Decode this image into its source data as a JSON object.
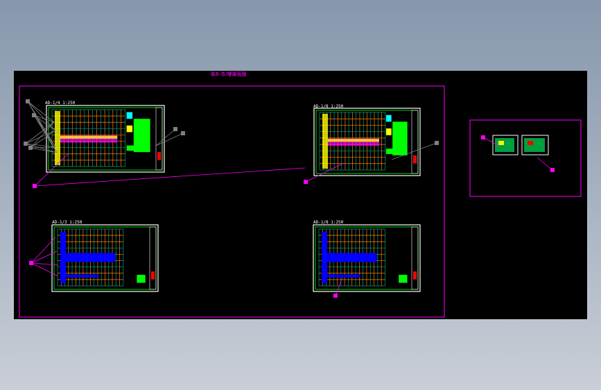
{
  "drawing": {
    "title": "裝B-本/樓層面圖",
    "sheets": [
      {
        "label": "AD-1/4 1:250"
      },
      {
        "label": "AD-1/8 1:250"
      },
      {
        "label": "AD-1/3 1:250"
      },
      {
        "label": "AD-1/8 1:250"
      }
    ]
  },
  "colors": {
    "canvas": "#000000",
    "frame": "#ff00ff",
    "sheet_border": "#ffffff",
    "inner_border": "#00ff00",
    "grid_orange": "#ff8000",
    "grid_teal": "#00a080",
    "highlight_yellow": "#ffff00",
    "highlight_blue": "#0000ff",
    "leader_grey": "#808080"
  }
}
